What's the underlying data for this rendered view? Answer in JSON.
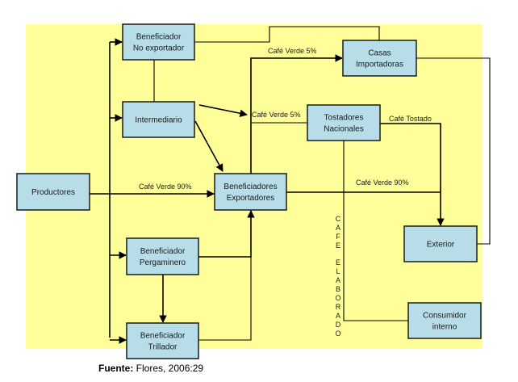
{
  "diagram": {
    "nodes": [
      {
        "id": "beneficiador-no-exportador",
        "lines": [
          "Beneficiador",
          "No exportador"
        ]
      },
      {
        "id": "intermediario",
        "lines": [
          "Intermediario"
        ]
      },
      {
        "id": "productores",
        "lines": [
          "Productores"
        ]
      },
      {
        "id": "beneficiadores-exportadores",
        "lines": [
          "Beneficiadores",
          "Exportadores"
        ]
      },
      {
        "id": "beneficiador-pergaminero",
        "lines": [
          "Beneficiador",
          "Pergaminero"
        ]
      },
      {
        "id": "beneficiador-trillador",
        "lines": [
          "Beneficiador",
          "Trillador"
        ]
      },
      {
        "id": "casas-importadoras",
        "lines": [
          "Casas",
          "Importadoras"
        ]
      },
      {
        "id": "tostadores-nacionales",
        "lines": [
          "Tostadores",
          "Nacionales"
        ]
      },
      {
        "id": "exterior",
        "lines": [
          "Exterior"
        ]
      },
      {
        "id": "consumidor-interno",
        "lines": [
          "Consumidor",
          "interno"
        ]
      }
    ],
    "edge_labels": {
      "productores_to_exportadores": "Café Verde 90%",
      "to_casas_importadoras": "Café Verde 5%",
      "to_tostadores": "Café Verde 5%",
      "tostadores_to_exterior": "Café Tostado",
      "exportadores_to_exterior": "Café Verde 90%",
      "tostadores_to_consumidor": "CAFE ELABORADO"
    }
  },
  "caption": {
    "label": "Fuente:",
    "text": " Flores, 2006:29"
  },
  "colors": {
    "background": "#ffff99",
    "node_fill": "#b7dde8",
    "stroke": "#000000"
  }
}
